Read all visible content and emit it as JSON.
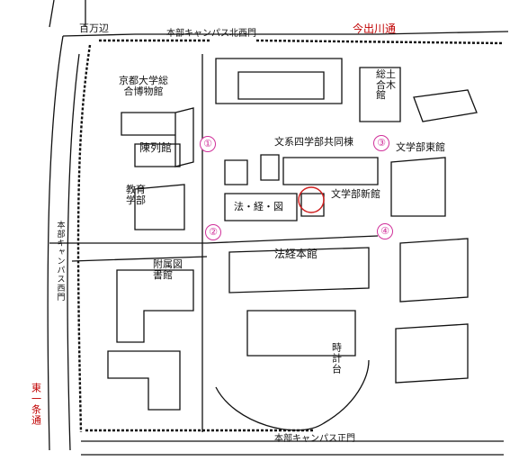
{
  "labels": {
    "hyakumanben": "百万辺",
    "north_west_gate": "本部キャンパス北西門",
    "imadegawa_dori": "今出川通",
    "kyoto_univ_museum": "京都大学総合博物館",
    "chinretsukan": "陳列館",
    "kyoiku_gakubu": "教育学部",
    "doboku_sogokan": "総土合木館",
    "bunkei_kyodo": "文系四学部共同棟",
    "bungakubu_higashikan": "文学部東館",
    "ho_kei_zu": "法・経・図",
    "bungakubu_shinkan": "文学部新館",
    "hokei_honkan": "法経本館",
    "fuzoku_toshokan": "附属図書館",
    "tokeidai": "時計台",
    "west_gate": "本部キャンパス西門",
    "higashi_ichijo_dori": "東一条通",
    "main_gate": "本部キャンパス正門"
  },
  "markers": [
    "①",
    "②",
    "③",
    "④"
  ],
  "colors": {
    "marker": "#d0309a",
    "road_label": "#c00000",
    "highlight_circle": "#d02020"
  }
}
